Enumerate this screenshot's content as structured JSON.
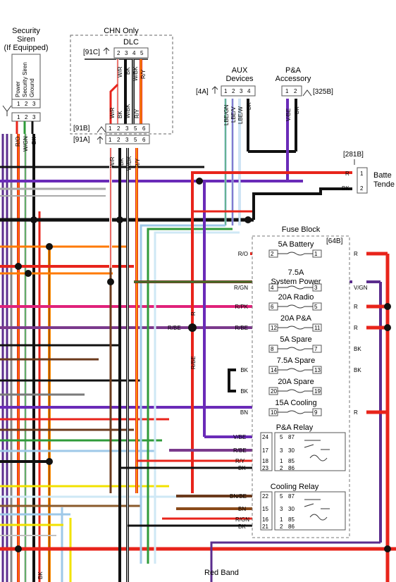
{
  "security_siren": {
    "title_line1": "Security",
    "title_line2": "Siren",
    "title_line3": "(If Equipped)",
    "pin_labels": [
      "Power",
      "Security Siren",
      "Ground"
    ],
    "pins": [
      "1",
      "2",
      "3"
    ],
    "wires": [
      "R/O",
      "W/GN",
      "BK"
    ]
  },
  "dlc": {
    "group_title": "CHN Only",
    "title": "DLC",
    "connector_ref": "[91C]",
    "pins": [
      "2",
      "3",
      "4",
      "5"
    ],
    "wires": [
      "W/R",
      "BK",
      "W/BK",
      "R/Y"
    ],
    "ref_91b": "[91B]",
    "ref_91a": "[91A]",
    "pins_91": [
      "1",
      "2",
      "3",
      "5",
      "6"
    ],
    "wires_91a": [
      "W/R",
      "BK",
      "W/BK",
      "R/Y"
    ]
  },
  "aux": {
    "title_line1": "AUX",
    "title_line2": "Devices",
    "connector_ref": "[4A]",
    "pins": [
      "1",
      "2",
      "3",
      "4"
    ],
    "wires": [
      "LBE/GN",
      "LBE/V",
      "LBE/W",
      "BK"
    ]
  },
  "pa_accessory": {
    "title_line1": "P&A",
    "title_line2": "Accessory",
    "connector_ref": "[325B]",
    "pins": [
      "1",
      "2"
    ],
    "wires": [
      "V/BE",
      "BK"
    ]
  },
  "battery_tender": {
    "connector_ref": "[281B]",
    "label_line1": "Batte",
    "label_line2": "Tende",
    "pins": [
      "1",
      "2"
    ],
    "wires": [
      "R",
      "BK"
    ]
  },
  "fuse_block": {
    "title": "Fuse Block",
    "ref": "[64B]",
    "fuses": [
      {
        "label": "5A Battery",
        "pin_left": "2",
        "pin_right": "1",
        "wire_left": "R/O",
        "wire_right": "R"
      },
      {
        "label": "7.5A",
        "label2": "System Power",
        "pin_left": "4",
        "pin_right": "3",
        "wire_left": "R/GN",
        "wire_right": "V/GN"
      },
      {
        "label": "20A Radio",
        "pin_left": "6",
        "pin_right": "5",
        "wire_left": "R/PK",
        "wire_right": "R"
      },
      {
        "label": "20A P&A",
        "pin_left": "12",
        "pin_right": "11",
        "wire_left": "R/BE",
        "wire_right": "R"
      },
      {
        "label": "5A Spare",
        "pin_left": "8",
        "pin_right": "7",
        "wire_right": "BK"
      },
      {
        "label": "7.5A Spare",
        "pin_left": "14",
        "pin_right": "13",
        "wire_left": "BK",
        "wire_right": "BK"
      },
      {
        "label": "20A Spare",
        "pin_left": "20",
        "pin_right": "19",
        "wire_left": "BK"
      },
      {
        "label": "15A Cooling",
        "pin_left": "10",
        "pin_right": "9",
        "wire_left": "BN",
        "wire_right": "R"
      }
    ],
    "pa_relay": {
      "title": "P&A Relay",
      "rows": [
        {
          "wire": "V/BE",
          "cav": "24",
          "term": "5",
          "num": "87"
        },
        {
          "wire": "R/BE",
          "cav": "17",
          "term": "3",
          "num": "30"
        },
        {
          "wire": "R/Y",
          "cav": "18",
          "term": "1",
          "num": "85"
        },
        {
          "wire": "BK",
          "cav": "23",
          "term": "2",
          "num": "86"
        }
      ]
    },
    "cooling_relay": {
      "title": "Cooling Relay",
      "rows": [
        {
          "wire": "BN/BE",
          "cav": "22",
          "term": "5",
          "num": "87"
        },
        {
          "wire": "BN",
          "cav": "15",
          "term": "3",
          "num": "30"
        },
        {
          "wire": "R/GN",
          "cav": "16",
          "term": "1",
          "num": "85"
        },
        {
          "wire": "BK",
          "cav": "21",
          "term": "2",
          "num": "86"
        }
      ]
    }
  },
  "misc": {
    "rbe_vertical": "R/BE",
    "r_vertical": "R",
    "rbe_left": "R/BE",
    "bottom_label": "Red Band",
    "bottom_left_bk": "BK"
  }
}
